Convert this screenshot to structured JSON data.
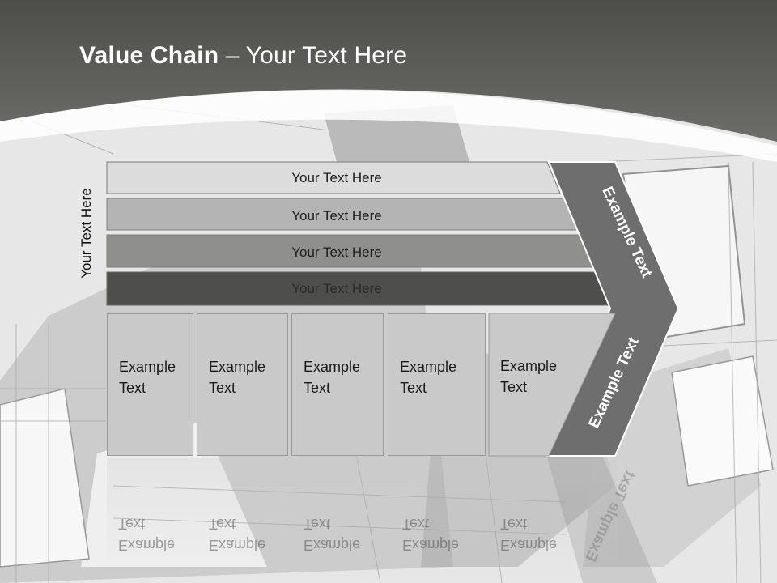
{
  "slide": {
    "title_bold": "Value Chain",
    "title_rest": " – Your Text Here",
    "side_label": "Your Text Here",
    "rows": [
      {
        "label": "Your Text Here"
      },
      {
        "label": "Your Text Here"
      },
      {
        "label": "Your Text Here"
      },
      {
        "label": "Your Text Here"
      }
    ],
    "columns": [
      {
        "line1": "Example",
        "line2": "Text"
      },
      {
        "line1": "Example",
        "line2": "Text"
      },
      {
        "line1": "Example",
        "line2": "Text"
      },
      {
        "line1": "Example",
        "line2": "Text"
      },
      {
        "line1": "Example",
        "line2": "Text"
      }
    ],
    "arrow_upper": "Example Text",
    "arrow_lower": "Example Text",
    "colors": {
      "header": "#5e5e5a",
      "row1": "#dcdcdc",
      "row2": "#b4b4b4",
      "row3": "#8f8f8d",
      "row4": "#4e4e4c",
      "arrow": "#6e6e6e",
      "column": "#c9c9c9"
    }
  }
}
